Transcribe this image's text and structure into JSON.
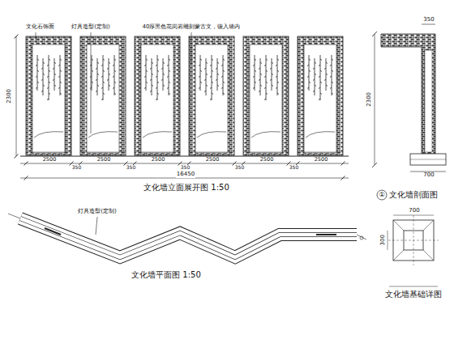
{
  "diagram": {
    "labels": [
      "文化石饰面",
      "灯具造型(定制)",
      "40厚黑色花岗岩雕刻蒙古文，镶入墙内",
      "文化墙立面展开图 1:50",
      "①",
      "文化墙剖面图",
      "文化墙平面图 1:50",
      "灯具造型(定制)",
      "文化墙基础详图",
      "2300",
      "16450",
      "2500",
      "2500",
      "2500",
      "2500",
      "2500",
      "2500",
      "350",
      "350",
      "350",
      "350",
      "350",
      "2300",
      "350",
      "700",
      "300",
      "700"
    ]
  }
}
